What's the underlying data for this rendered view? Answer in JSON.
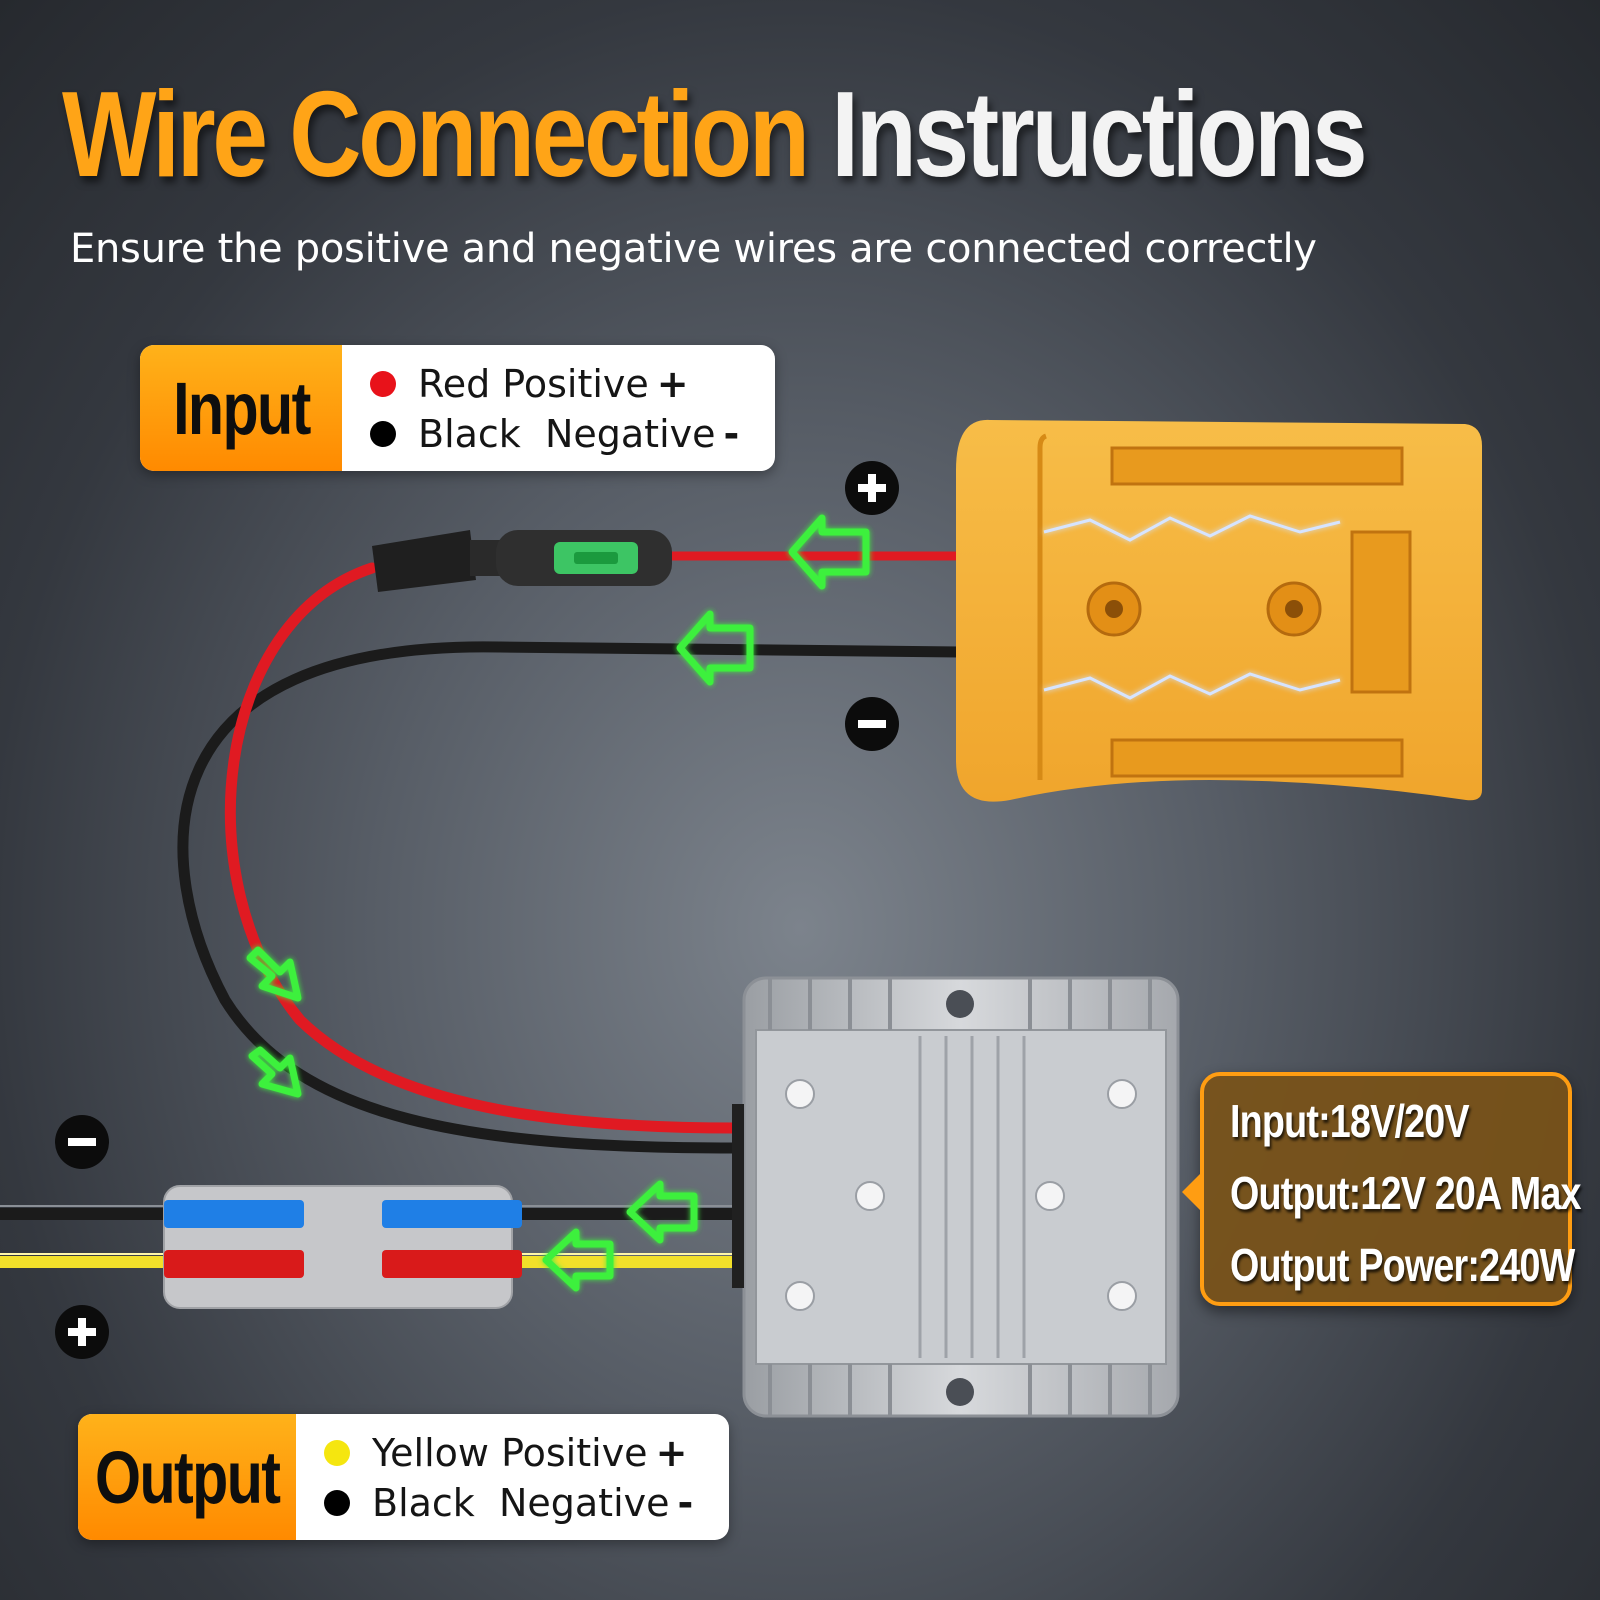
{
  "title": {
    "part1": "Wire Connection",
    "part2": "Instructions"
  },
  "subtitle": "Ensure the positive and negative wires are connected correctly",
  "input_legend": {
    "tag": "Input",
    "positive": {
      "label": "Red Positive",
      "sign": "+",
      "color": "#e8121a"
    },
    "negative": {
      "label": "Black  Negative",
      "sign": "-",
      "color": "#000000"
    }
  },
  "output_legend": {
    "tag": "Output",
    "positive": {
      "label": "Yellow Positive",
      "sign": "+",
      "color": "#f5e60f"
    },
    "negative": {
      "label": "Black  Negative",
      "sign": "-",
      "color": "#000000"
    }
  },
  "specs": {
    "input": "Input:18V/20V",
    "output": "Output:12V 20A Max",
    "power": "Output Power:240W"
  },
  "colors": {
    "accent_orange": "#ffa417",
    "adapter_yellow": "#f5b53a",
    "wire_red": "#e01a22",
    "wire_black": "#1b1b1b",
    "wire_yellow": "#f2e02a",
    "flow_arrow_green": "#3cf03c",
    "connector_blue": "#1f7fe6",
    "connector_red": "#d91a1a"
  },
  "icons": [
    "plus-circle-icon",
    "minus-circle-icon",
    "flow-arrow-icon",
    "fuse-holder-icon",
    "battery-adapter-icon",
    "converter-module-icon",
    "lever-connector-icon"
  ]
}
